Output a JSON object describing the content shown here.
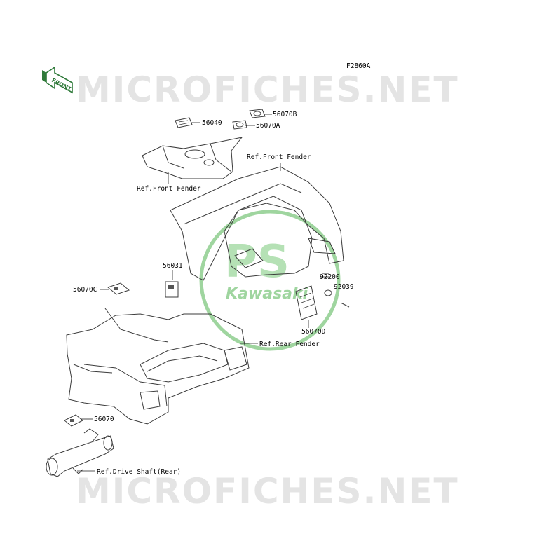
{
  "figure_code": "F2860A",
  "front_arrow": "FRONT",
  "watermark_top": "MICROFICHES.NET",
  "watermark_bottom": "MICROFICHES.NET",
  "logo_text": "Kawasaki",
  "colors": {
    "logo_green": "#8fce8f",
    "watermark": "#e4e4e4",
    "arrow_green": "#2f7a3a"
  },
  "callouts": {
    "c56040": "56040",
    "c56070B": "56070B",
    "c56070A": "56070A",
    "ref_front_fender_left": "Ref.Front Fender",
    "ref_front_fender_right": "Ref.Front Fender",
    "c56031": "56031",
    "c56070C": "56070C",
    "c92200": "92200",
    "c92039": "92039",
    "c56070D": "56070D",
    "ref_rear_fender": "Ref.Rear Fender",
    "c56070": "56070",
    "ref_drive_shaft": "Ref.Drive Shaft(Rear)"
  }
}
